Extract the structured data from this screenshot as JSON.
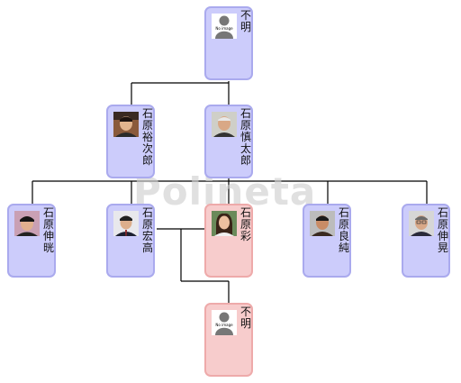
{
  "watermark": "Polineta",
  "no_image_text": "No image",
  "people": {
    "grandparent": {
      "name": "不明",
      "gender": "male",
      "photo": "none"
    },
    "yujiro": {
      "name": "石原裕次郎",
      "gender": "male",
      "photo": "portrait"
    },
    "shintaro": {
      "name": "石原慎太郎",
      "gender": "male",
      "photo": "portrait"
    },
    "nobuteru": {
      "name": "石原伸晄",
      "gender": "male",
      "photo": "portrait"
    },
    "hirotaka": {
      "name": "石原宏高",
      "gender": "male",
      "photo": "portrait"
    },
    "aya": {
      "name": "石原彩",
      "gender": "female",
      "photo": "portrait"
    },
    "yoshizumi": {
      "name": "石原良純",
      "gender": "male",
      "photo": "portrait"
    },
    "nobuaki": {
      "name": "石原伸晃",
      "gender": "male",
      "photo": "portrait"
    },
    "grandchild": {
      "name": "不明",
      "gender": "female",
      "photo": "none"
    }
  },
  "colors": {
    "male_card": "#ccccfb",
    "female_card": "#f7cccc",
    "line": "#000000"
  }
}
